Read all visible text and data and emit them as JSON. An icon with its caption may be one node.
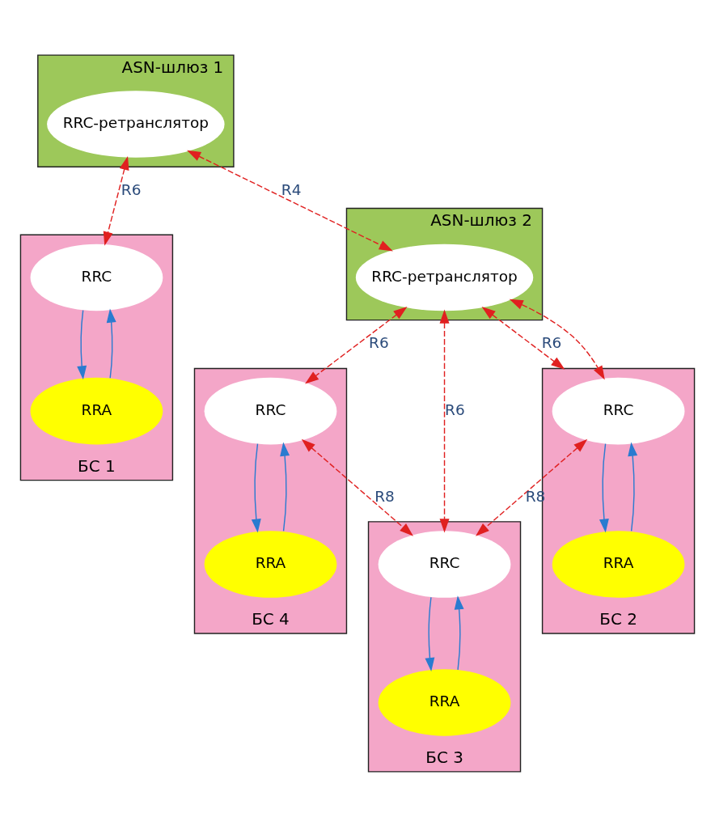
{
  "diagram": {
    "nodes": [
      {
        "text": [
          "ASN-шлюз 1"
        ]
      },
      {
        "text": [
          "RRC-ретранслятор"
        ],
        "in": 0
      },
      {
        "text": [
          "БС 1"
        ]
      },
      {
        "text": [
          "RRC"
        ],
        "in": 2
      },
      {
        "text": [
          "RRA"
        ],
        "in": 2
      },
      {
        "text": [
          "ASN-шлюз 2"
        ]
      },
      {
        "text": [
          "RRC-ретранслятор"
        ],
        "in": 5
      },
      {
        "text": [
          "БС 2"
        ]
      },
      {
        "text": [
          "RRC"
        ],
        "in": 7
      },
      {
        "text": [
          "RRA"
        ],
        "in": 7
      },
      {
        "text": [
          "БС 3"
        ]
      },
      {
        "text": [
          "RRC"
        ],
        "in": 10
      },
      {
        "text": [
          "RRA"
        ],
        "in": 10
      },
      {
        "text": [
          "БС 4"
        ]
      },
      {
        "text": [
          "RRC"
        ],
        "in": 13
      },
      {
        "text": [
          "RRA"
        ],
        "in": 13
      }
    ],
    "edges": [
      {
        "from": 1,
        "to": 3,
        "arrow": "both",
        "label": "R6",
        "style": "dashed",
        "color": "#e02020"
      },
      {
        "from": 3,
        "to": 4,
        "arrow": "to",
        "color": "#2a7bd0"
      },
      {
        "from": 4,
        "to": 3,
        "arrow": "to",
        "color": "#2a7bd0"
      },
      {
        "from": 1,
        "to": 6,
        "arrow": "both",
        "label": "R4",
        "style": "dashed",
        "color": "#e02020"
      },
      {
        "from": 6,
        "to": 7,
        "arrow": "both",
        "label": "R6",
        "style": "dashed",
        "color": "#e02020"
      },
      {
        "from": 6,
        "to": 8,
        "arrow": "both",
        "style": "dashed",
        "color": "#e02020"
      },
      {
        "from": 6,
        "to": 11,
        "arrow": "both",
        "label": "R6",
        "style": "dashed",
        "color": "#e02020"
      },
      {
        "from": 6,
        "to": 14,
        "arrow": "both",
        "label": "R6",
        "style": "dashed",
        "color": "#e02020"
      },
      {
        "from": 8,
        "to": 11,
        "arrow": "both",
        "label": "R8",
        "style": "dashed",
        "color": "#e02020"
      },
      {
        "from": 14,
        "to": 11,
        "arrow": "both",
        "label": "R8",
        "style": "dashed",
        "color": "#e02020"
      },
      {
        "from": 8,
        "to": 9,
        "arrow": "to",
        "color": "#2a7bd0"
      },
      {
        "from": 9,
        "to": 8,
        "arrow": "to",
        "color": "#2a7bd0"
      },
      {
        "from": 11,
        "to": 12,
        "arrow": "to",
        "color": "#2a7bd0"
      },
      {
        "from": 12,
        "to": 11,
        "arrow": "to",
        "color": "#2a7bd0"
      },
      {
        "from": 14,
        "to": 15,
        "arrow": "to",
        "color": "#2a7bd0"
      },
      {
        "from": 15,
        "to": 14,
        "arrow": "to",
        "color": "#2a7bd0"
      }
    ]
  }
}
